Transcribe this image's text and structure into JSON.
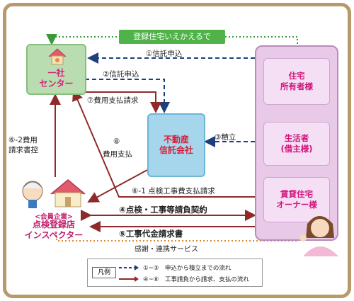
{
  "banner": "登録住宅いえかえるで",
  "center": {
    "line1": "一社",
    "line2": "センター"
  },
  "trust": {
    "line1": "不動産",
    "line2": "信託会社"
  },
  "inspector": {
    "tag": "<会員企業>",
    "line1": "点検登録店",
    "line2": "インスペクター"
  },
  "owners": [
    {
      "line1": "住宅",
      "line2": "所有者様"
    },
    {
      "line1": "生活者",
      "line2": "(借主様)"
    },
    {
      "line1": "賃貸住宅",
      "line2": "オーナー様"
    }
  ],
  "flows": {
    "f1": "①信託申込",
    "f2": "②信託申込",
    "f3": "③積立",
    "f4": "④点検・工事等請負契約",
    "f5": "⑤工事代金請求書",
    "f61": "⑥-1 点検工事費支払請求",
    "f62_a": "⑥-2費用",
    "f62_b": "請求書控",
    "f7": "⑦費用支払請求",
    "f8_a": "⑧",
    "f8_b": "費用支払",
    "service": "感謝・連携サービス"
  },
  "legend": {
    "tag": "凡例",
    "row1": "①~③　申込から積立までの流れ",
    "row2": "④~⑧　工事請負から請求、支払の流れ"
  },
  "colors": {
    "green": "#4fb34a",
    "navy": "#1f3f7a",
    "red": "#8f2a2a",
    "orange": "#e0882b",
    "pink": "#d0137a"
  }
}
